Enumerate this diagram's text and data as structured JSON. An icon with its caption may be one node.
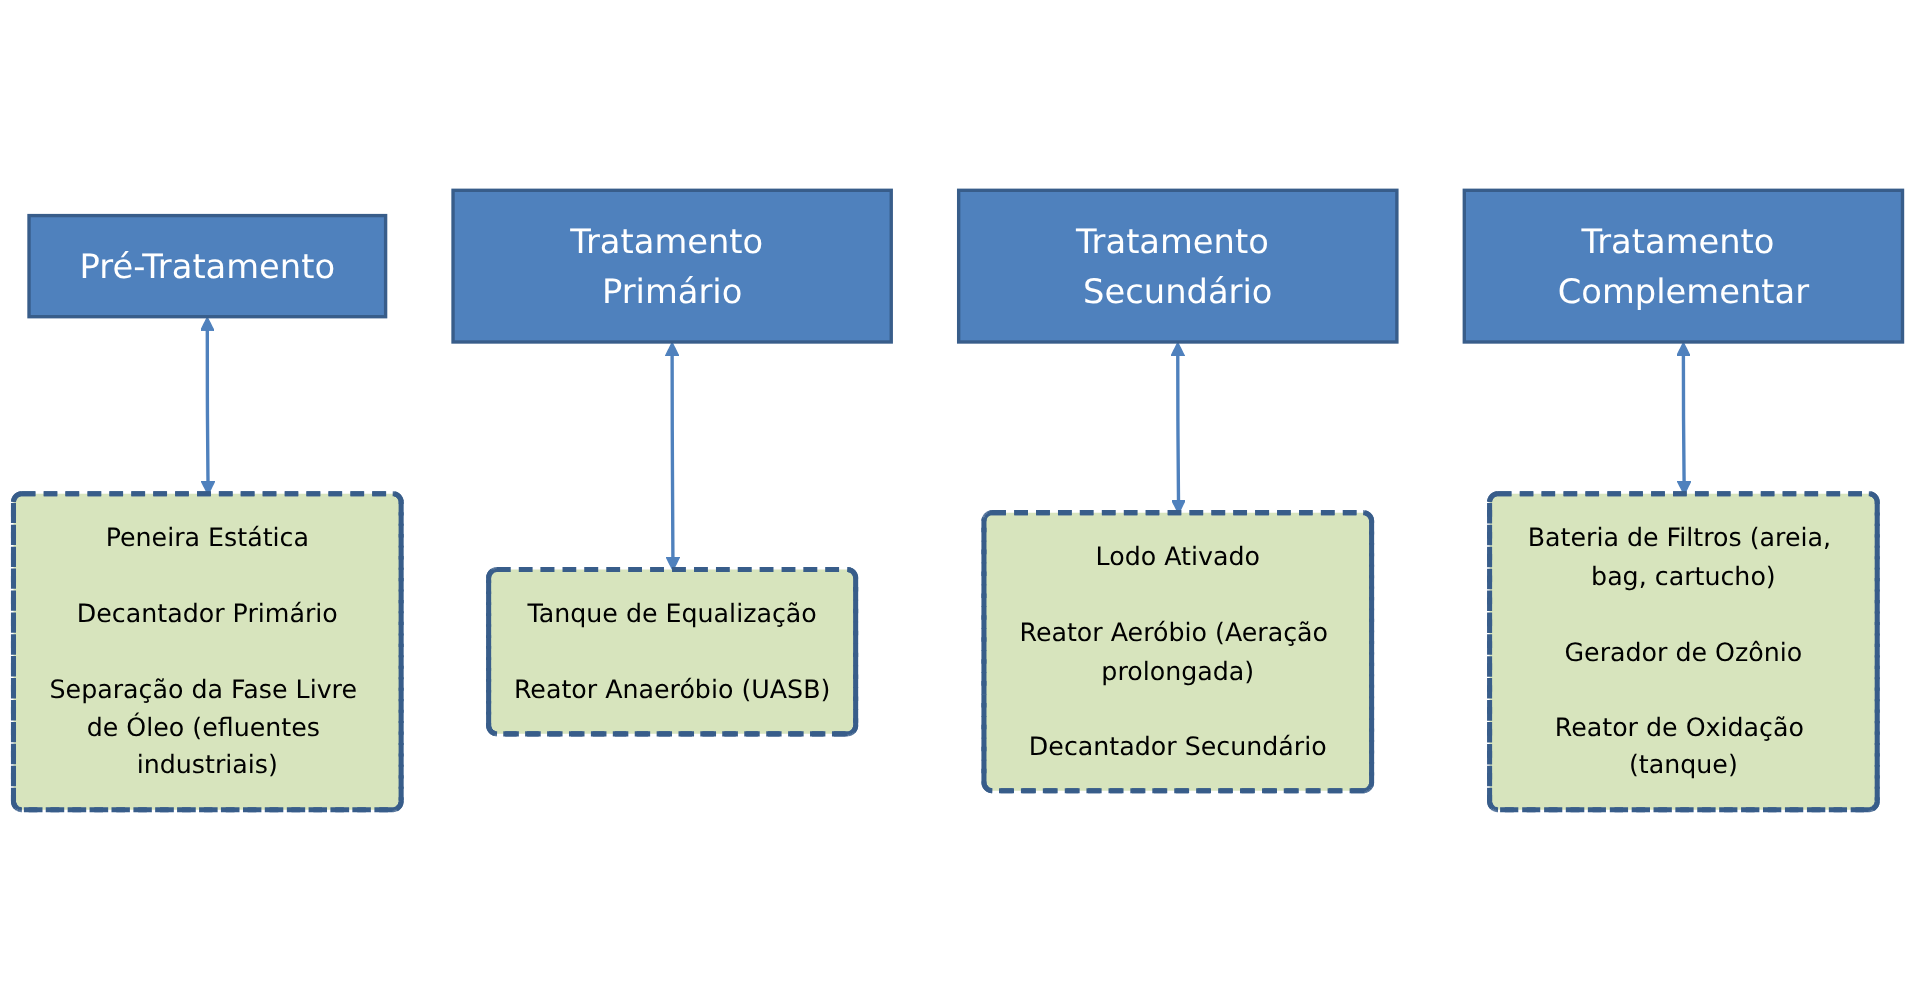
{
  "diagram": {
    "nodes": [
      {
        "text": [
          "Pré-Tratamento"
        ]
      },
      {
        "text": [
          "Tratamento Primário"
        ]
      },
      {
        "text": [
          "Tratamento Secundário"
        ]
      },
      {
        "text": [
          "Tratamento Complementar"
        ]
      },
      {
        "text": [
          "Peneira Estática",
          "Decantador Primário",
          "Separação da Fase Livre de Óleo (efluentes industriais)"
        ]
      },
      {
        "text": [
          "Tanque de Equalização",
          "Reator Anaeróbio (UASB)"
        ]
      },
      {
        "text": [
          "Lodo Ativado",
          "Reator Aeróbio (Aeração prolongada)",
          "Decantador Secundário"
        ]
      },
      {
        "text": [
          "Bateria de Filtros (areia, bag, cartucho)",
          "Gerador de Ozônio",
          "Reator de Oxidação (tanque)"
        ]
      }
    ],
    "edges": [
      {
        "from": 0,
        "to": 4,
        "arrow": "both"
      },
      {
        "from": 1,
        "to": 5,
        "arrow": "both"
      },
      {
        "from": 2,
        "to": 6,
        "arrow": "both"
      },
      {
        "from": 3,
        "to": 7,
        "arrow": "both"
      }
    ]
  }
}
